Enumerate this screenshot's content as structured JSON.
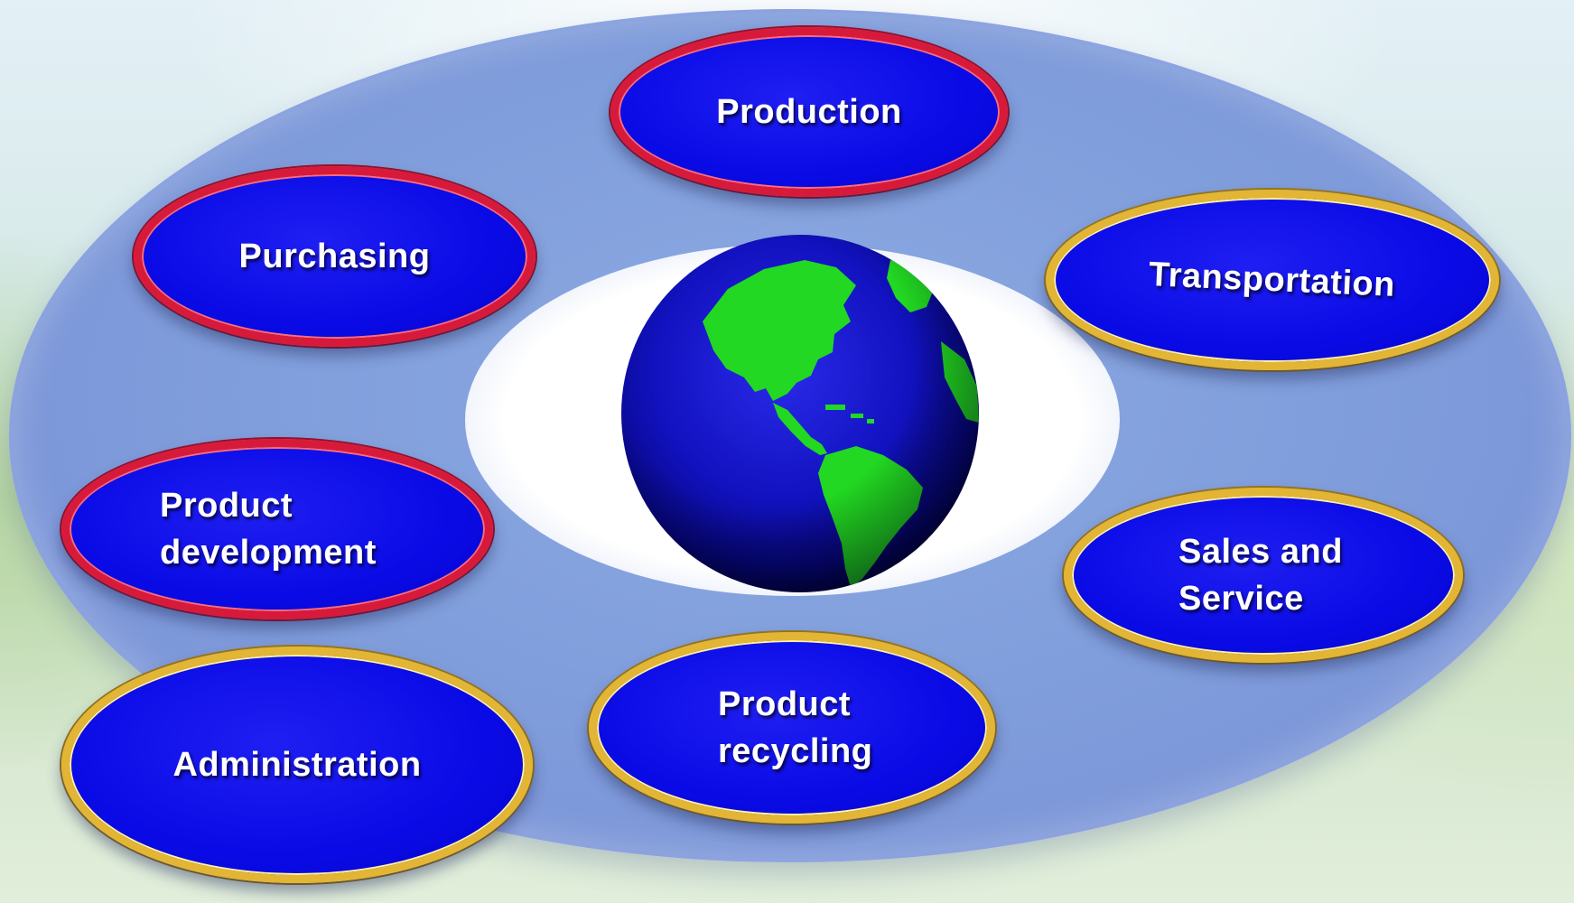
{
  "diagram": {
    "nodes": [
      {
        "id": "production",
        "label": "Production",
        "ring": "red"
      },
      {
        "id": "purchasing",
        "label": "Purchasing",
        "ring": "red"
      },
      {
        "id": "transportation",
        "label": "Transportation",
        "ring": "gold"
      },
      {
        "id": "product-development",
        "label": "Product\ndevelopment",
        "ring": "red"
      },
      {
        "id": "sales-and-service",
        "label": "Sales and\nService",
        "ring": "gold"
      },
      {
        "id": "administration",
        "label": "Administration",
        "ring": "gold"
      },
      {
        "id": "product-recycling",
        "label": "Product\nrecycling",
        "ring": "gold"
      }
    ],
    "center_icon": "globe-icon",
    "colors": {
      "node_fill": "#0a0ae6",
      "ring_red": "#d81a3a",
      "ring_gold": "#e2b535",
      "outer_ellipse": "#819fdc",
      "ocean": "#1414c8",
      "land": "#22d822"
    }
  }
}
